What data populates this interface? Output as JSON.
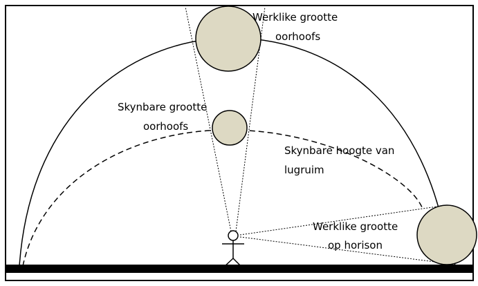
{
  "labels": {
    "actual_size_overhead": {
      "line1": "Werklike grootte",
      "line2": "oorhoofs"
    },
    "apparent_size_overhead": {
      "line1": "Skynbare grootte",
      "line2": "oorhoofs"
    },
    "apparent_sky_height": {
      "line1": "Skynbare hoogte van",
      "line2": "lugruim"
    },
    "actual_size_horizon": {
      "line1": "Werklike grootte",
      "line2": "op horison"
    }
  },
  "colors": {
    "moon_fill": "#ddd9c3",
    "line": "#000000",
    "background": "#ffffff"
  },
  "icons": {
    "observer": "stick-figure-icon"
  }
}
